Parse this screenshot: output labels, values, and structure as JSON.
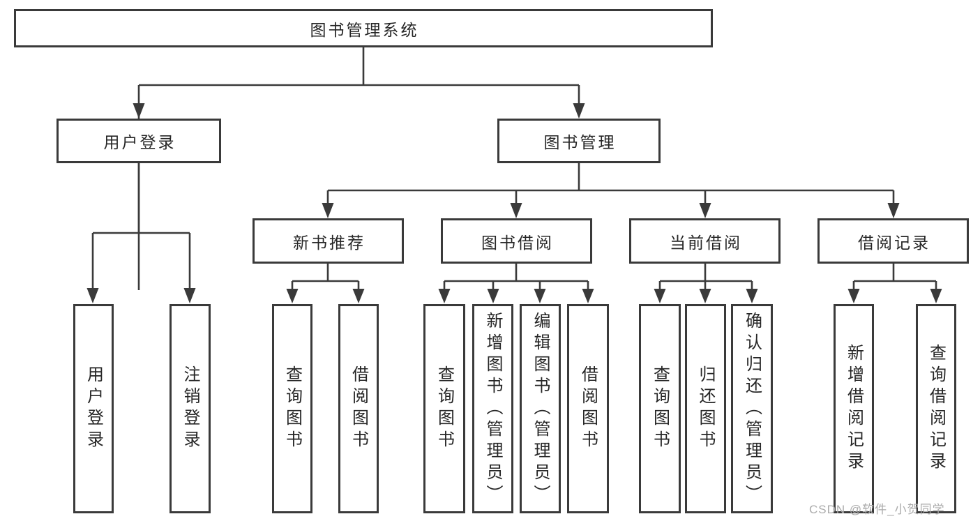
{
  "watermark": "CSDN @软件_小贺同学",
  "colors": {
    "line": "#3a3a3a",
    "box_border": "#3a3a3a",
    "text": "#262626",
    "watermark": "#ababab",
    "background": "#ffffff"
  },
  "tree": {
    "root": {
      "label": "图书管理系统"
    },
    "branches": [
      {
        "label": "用户登录",
        "children": [
          {
            "label": "用户登录"
          },
          {
            "label": "注销登录"
          }
        ]
      },
      {
        "label": "图书管理",
        "children": [
          {
            "label": "新书推荐",
            "children": [
              {
                "label": "查询图书"
              },
              {
                "label": "借阅图书"
              }
            ]
          },
          {
            "label": "图书借阅",
            "children": [
              {
                "label": "查询图书"
              },
              {
                "label": "新增图书（管理员）"
              },
              {
                "label": "编辑图书（管理员）"
              },
              {
                "label": "借阅图书"
              }
            ]
          },
          {
            "label": "当前借阅",
            "children": [
              {
                "label": "查询图书"
              },
              {
                "label": "归还图书"
              },
              {
                "label": "确认归还（管理员）"
              }
            ]
          },
          {
            "label": "借阅记录",
            "children": [
              {
                "label": "新增借阅记录"
              },
              {
                "label": "查询借阅记录"
              }
            ]
          }
        ]
      }
    ]
  }
}
